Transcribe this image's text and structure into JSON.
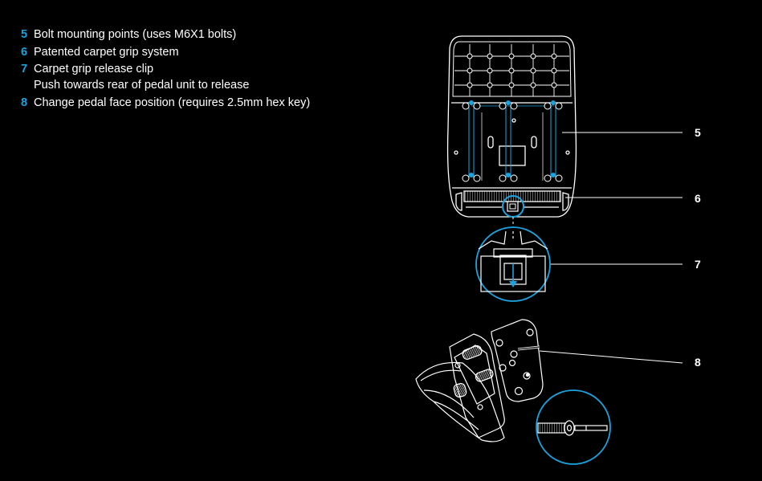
{
  "legend": {
    "items": [
      {
        "number": "5",
        "lines": [
          "Bolt mounting points (uses M6X1 bolts)"
        ]
      },
      {
        "number": "6",
        "lines": [
          "Patented carpet grip system"
        ]
      },
      {
        "number": "7",
        "lines": [
          "Carpet grip release clip",
          "Push towards rear of pedal unit to release"
        ]
      },
      {
        "number": "8",
        "lines": [
          "Change pedal face position (requires 2.5mm hex key)"
        ]
      }
    ]
  },
  "callouts": [
    "5",
    "6",
    "7",
    "8"
  ],
  "colors": {
    "background": "#000000",
    "line_art": "#ffffff",
    "highlight": "#1aa3df"
  }
}
